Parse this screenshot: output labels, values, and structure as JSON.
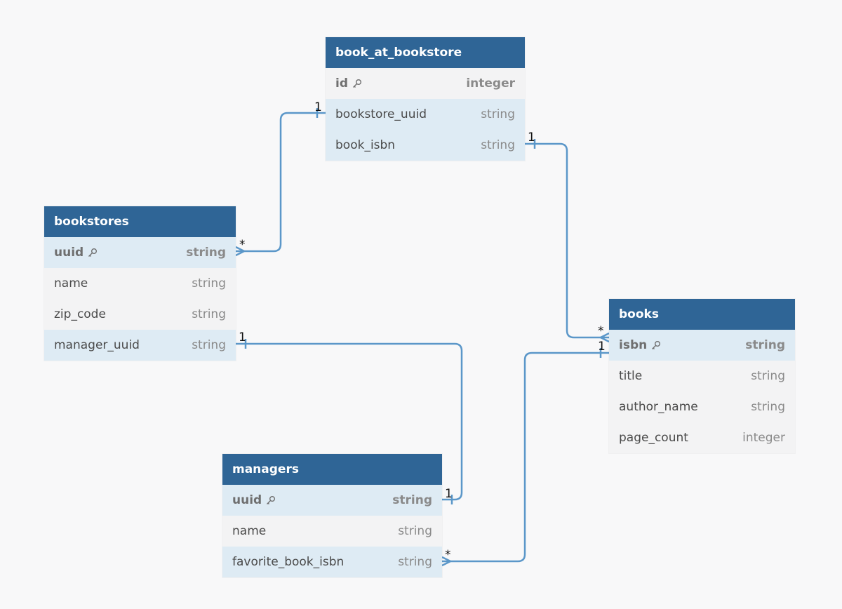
{
  "tables": {
    "book_at_bookstore": {
      "title": "book_at_bookstore",
      "fields": [
        {
          "name": "id",
          "type": "integer",
          "pk": true
        },
        {
          "name": "bookstore_uuid",
          "type": "string"
        },
        {
          "name": "book_isbn",
          "type": "string"
        }
      ]
    },
    "bookstores": {
      "title": "bookstores",
      "fields": [
        {
          "name": "uuid",
          "type": "string",
          "pk": true
        },
        {
          "name": "name",
          "type": "string"
        },
        {
          "name": "zip_code",
          "type": "string"
        },
        {
          "name": "manager_uuid",
          "type": "string"
        }
      ]
    },
    "books": {
      "title": "books",
      "fields": [
        {
          "name": "isbn",
          "type": "string",
          "pk": true
        },
        {
          "name": "title",
          "type": "string"
        },
        {
          "name": "author_name",
          "type": "string"
        },
        {
          "name": "page_count",
          "type": "integer"
        }
      ]
    },
    "managers": {
      "title": "managers",
      "fields": [
        {
          "name": "uuid",
          "type": "string",
          "pk": true
        },
        {
          "name": "name",
          "type": "string"
        },
        {
          "name": "favorite_book_isbn",
          "type": "string"
        }
      ]
    }
  },
  "relationships": [
    {
      "from": "bookstores.uuid",
      "from_card": "*",
      "to": "book_at_bookstore.bookstore_uuid",
      "to_card": "1"
    },
    {
      "from": "book_at_bookstore.book_isbn",
      "from_card": "1",
      "to": "books.isbn",
      "to_card": "*"
    },
    {
      "from": "bookstores.manager_uuid",
      "from_card": "1",
      "to": "managers.uuid",
      "to_card": "1"
    },
    {
      "from": "managers.favorite_book_isbn",
      "from_card": "*",
      "to": "books.isbn",
      "to_card": "1"
    }
  ],
  "colors": {
    "header": "#2f6596",
    "row_highlight": "#deebf4",
    "row_plain": "#f3f3f4",
    "link": "#5b97c9"
  }
}
